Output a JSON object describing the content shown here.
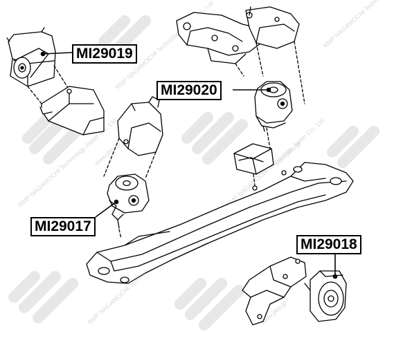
{
  "labels": {
    "mi29019": "MI29019",
    "mi29020": "MI29020",
    "mi29017": "MI29017",
    "mi29018": "MI29018"
  },
  "watermark": {
    "brand": "JIKIU",
    "company": "RMP NAGAMOCHI Technology Japan Co., Ltd",
    "site": "www.jikiu.jp"
  },
  "colors": {
    "line": "#000000",
    "watermark": "#d9d9d9",
    "background": "#ffffff"
  }
}
